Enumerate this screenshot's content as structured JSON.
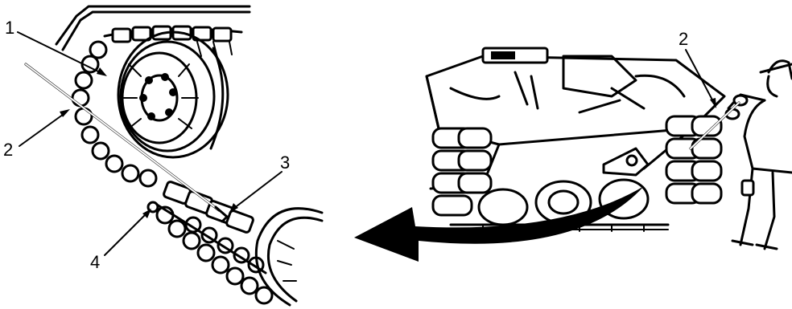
{
  "callouts": {
    "left": [
      {
        "id": "1",
        "label": "1"
      },
      {
        "id": "2",
        "label": "2"
      },
      {
        "id": "3",
        "label": "3"
      },
      {
        "id": "4",
        "label": "4"
      }
    ],
    "right": [
      {
        "id": "2",
        "label": "2"
      }
    ]
  },
  "colors": {
    "ink": "#000000",
    "background": "#ffffff"
  }
}
